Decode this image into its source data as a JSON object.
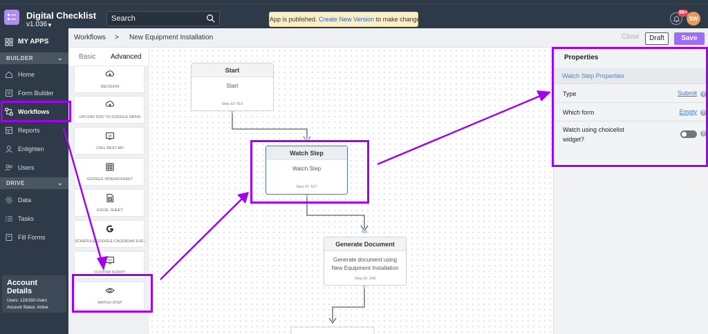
{
  "header": {
    "app_title": "Digital Checklist",
    "app_version": "v1.036",
    "search_placeholder": "Search",
    "banner_text": "App is published. ",
    "banner_link": "Create New Version",
    "banner_suffix": " to make changes.",
    "notification_count": "99+",
    "avatar_initials": "SW"
  },
  "nav": {
    "my_apps": "MY APPS",
    "sections": [
      "BUILDER",
      "DRIVE"
    ],
    "builder_items": [
      "Home",
      "Form Builder",
      "Workflows",
      "Reports",
      "Enlighten",
      "Users"
    ],
    "drive_items": [
      "Data",
      "Tasks",
      "Fill Forms"
    ],
    "account_title": "Account Details",
    "account_users": "Users: 123/150 Users",
    "account_status": "Account Status: Active"
  },
  "breadcrumb": {
    "root": "Workflows",
    "separator": ">",
    "current": "New Equipment Installation"
  },
  "actions": {
    "close": "Close",
    "draft": "Draft",
    "save": "Save"
  },
  "palette": {
    "tabs": [
      "Basic",
      "Advanced"
    ],
    "items": [
      "DECISION",
      "UPLOAD DOC TO GOOGLE DRIVE",
      "CALL REST API",
      "GOOGLE SPREADSHEET",
      "EXCEL SHEET",
      "SCHEDULE GOOGLE CALENDAR EVE...",
      "CUSTOM SCRIPT",
      "WATCH STEP"
    ],
    "icons": [
      "decision-icon",
      "upload-cloud-icon",
      "api-icon",
      "spreadsheet-icon",
      "excel-icon",
      "google-icon",
      "script-icon",
      "eye-icon"
    ]
  },
  "nodes": {
    "start": {
      "title": "Start",
      "body": "Start",
      "id": "Step ID: 819"
    },
    "watch": {
      "title": "Watch Step",
      "body": "Watch Step",
      "id": "Step ID: 527"
    },
    "generate": {
      "title": "Generate Document",
      "body": "Generate document using New Equipment Installation",
      "id": "Step ID: 243"
    }
  },
  "properties": {
    "title": "Properties",
    "subtitle": "Watch Step Properties",
    "type_label": "Type",
    "type_value": "Submit",
    "form_label": "Which form",
    "form_value": "Empty",
    "choicelist_label": "Watch using choicelist widget?",
    "help": "?"
  },
  "colors": {
    "nav_bg": "#2f3a48",
    "accent": "#9c6ff2",
    "annotation": "#a400f0",
    "banner_bg": "#fbeec3",
    "link": "#3b7ad0"
  }
}
